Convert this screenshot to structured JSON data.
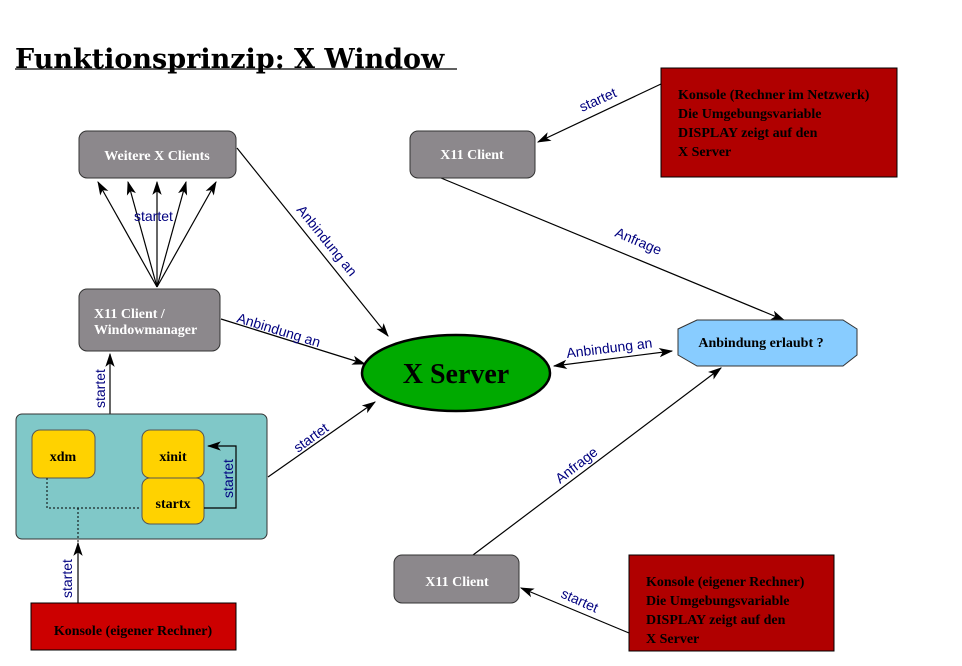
{
  "title": "Funktionsprinzip: X Window",
  "nodes": {
    "weitere_clients": "Weitere X Clients",
    "x11_wm_line1": "X11 Client /",
    "x11_wm_line2": "Windowmanager",
    "xdm": "xdm",
    "xinit": "xinit",
    "startx": "startx",
    "konsole_local_bottom": "Konsole (eigener Rechner)",
    "x_server": "X Server",
    "x11_client_top": "X11 Client",
    "x11_client_bottom": "X11 Client",
    "anbindung_erlaubt": "Anbindung erlaubt ?",
    "konsole_net": [
      "Konsole (Rechner im Netzwerk)",
      "Die Umgebungsvariable",
      "DISPLAY zeigt auf den",
      "X Server"
    ],
    "konsole_local_right": [
      "Konsole (eigener Rechner)",
      "Die Umgebungsvariable",
      "DISPLAY zeigt auf den",
      "X Server"
    ]
  },
  "edge_labels": {
    "startet": "startet",
    "anbindung_an": "Anbindung an",
    "anfrage": "Anfrage"
  },
  "colors": {
    "client_gray": "#8c888c",
    "console_dark_red": "#b00000",
    "console_red": "#cc0000",
    "server_green": "#00aa00",
    "check_blue": "#88ccff",
    "group_teal": "#80c8c8",
    "tool_yellow": "#ffd200",
    "label_blue": "#00007f"
  }
}
